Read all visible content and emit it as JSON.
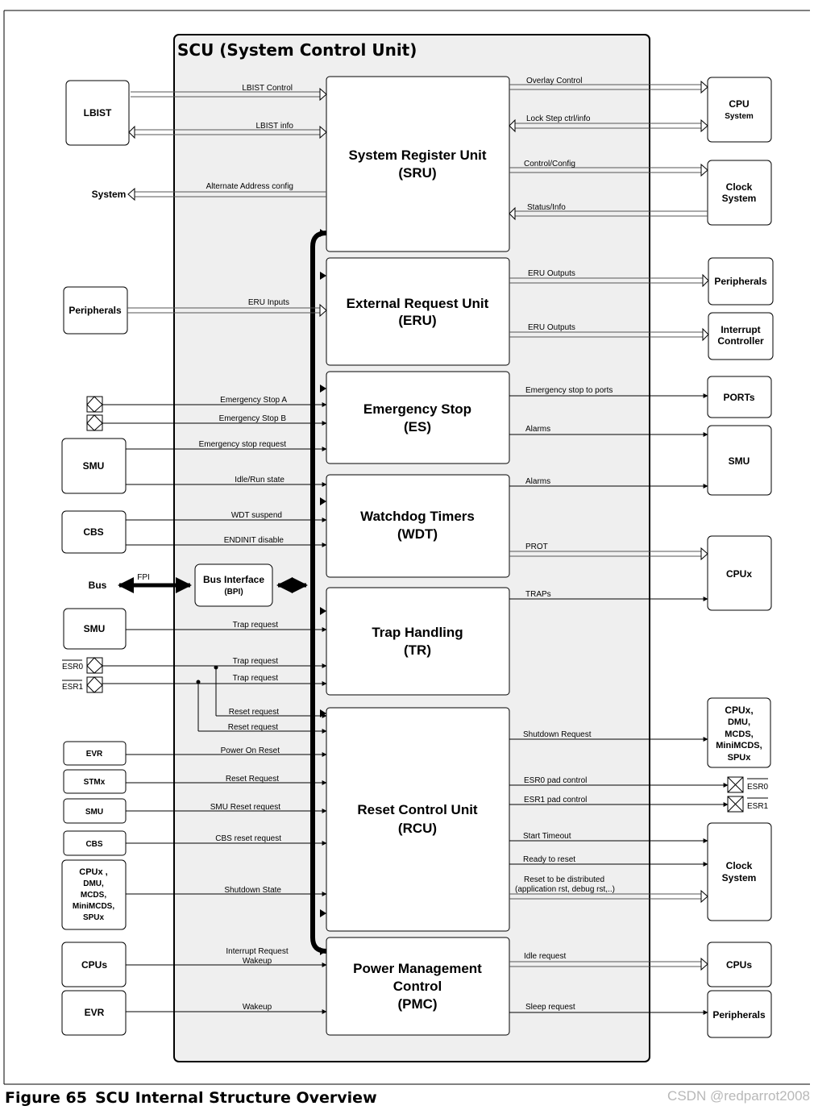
{
  "scu_title": "SCU (System Control Unit)",
  "units": {
    "sru": [
      "System Register Unit",
      "(SRU)"
    ],
    "eru": [
      "External Request Unit",
      "(ERU)"
    ],
    "es": [
      "Emergency Stop",
      "(ES)"
    ],
    "wdt": [
      "Watchdog Timers",
      "(WDT)"
    ],
    "tr": [
      "Trap Handling",
      "(TR)"
    ],
    "rcu": [
      "Reset Control Unit",
      "(RCU)"
    ],
    "pmc": [
      "Power Management",
      "Control",
      "(PMC)"
    ],
    "bpi": [
      "Bus Interface",
      "(BPI)"
    ]
  },
  "left_blocks": {
    "lbist": "LBIST",
    "system": "System",
    "peripherals": "Peripherals",
    "smu1": "SMU",
    "cbs1": "CBS",
    "bus": "Bus",
    "smu2": "SMU",
    "esr0": "ESR0",
    "esr1": "ESR1",
    "evr1": "EVR",
    "stmx": "STMx",
    "smu3": "SMU",
    "cbs2": "CBS",
    "cpux_group": [
      "CPUx ,",
      "DMU,",
      "MCDS,",
      "MiniMCDS,",
      "SPUx"
    ],
    "cpus": "CPUs",
    "evr2": "EVR"
  },
  "right_blocks": {
    "cpu_system": [
      "CPU",
      "System"
    ],
    "clock_system1": [
      "Clock",
      "System"
    ],
    "peripherals1": "Peripherals",
    "interrupt_controller": [
      "Interrupt",
      "Controller"
    ],
    "ports": "PORTs",
    "smu": "SMU",
    "cpux": "CPUx",
    "cpux_group": [
      "CPUx,",
      "DMU,",
      "MCDS,",
      "MiniMCDS,",
      "SPUx"
    ],
    "esr0": "ESR0",
    "esr1": "ESR1",
    "clock_system2": [
      "Clock",
      "System"
    ],
    "cpus": "CPUs",
    "peripherals2": "Peripherals"
  },
  "signals": {
    "lbist_control": "LBIST Control",
    "lbist_info": "LBIST info",
    "alt_addr": "Alternate Address config",
    "eru_inputs": "ERU Inputs",
    "estop_a": "Emergency Stop A",
    "estop_b": "Emergency Stop B",
    "estop_req": "Emergency stop request",
    "idle_run": "Idle/Run state",
    "wdt_suspend": "WDT suspend",
    "endinit": "ENDINIT disable",
    "fpi": "FPI",
    "trap_req1": "Trap request",
    "trap_req2": "Trap request",
    "trap_req3": "Trap request",
    "reset_req1": "Reset request",
    "reset_req2": "Reset request",
    "por": "Power On Reset",
    "reset_req_stm": "Reset Request",
    "smu_reset": "SMU Reset request",
    "cbs_reset": "CBS reset request",
    "shutdown_state": "Shutdown State",
    "irq_wakeup": [
      "Interrupt Request",
      "Wakeup"
    ],
    "wakeup": "Wakeup",
    "overlay": "Overlay Control",
    "lockstep": "Lock Step ctrl/info",
    "control_config": "Control/Config",
    "status_info": "Status/Info",
    "eru_out1": "ERU Outputs",
    "eru_out2": "ERU Outputs",
    "estop_ports": "Emergency stop to ports",
    "alarms1": "Alarms",
    "alarms2": "Alarms",
    "prot": "PROT",
    "traps": "TRAPs",
    "shutdown_req": "Shutdown Request",
    "esr0_pad": "ESR0 pad control",
    "esr1_pad": "ESR1 pad control",
    "start_timeout": "Start Timeout",
    "ready_reset": "Ready to reset",
    "reset_dist": [
      "Reset to be distributed",
      "(application rst, debug rst,..)"
    ],
    "idle_req": "Idle request",
    "sleep_req": "Sleep request"
  },
  "caption": {
    "figure": "Figure 65",
    "title": "SCU Internal Structure Overview"
  },
  "watermark": "CSDN @redparrot2008"
}
